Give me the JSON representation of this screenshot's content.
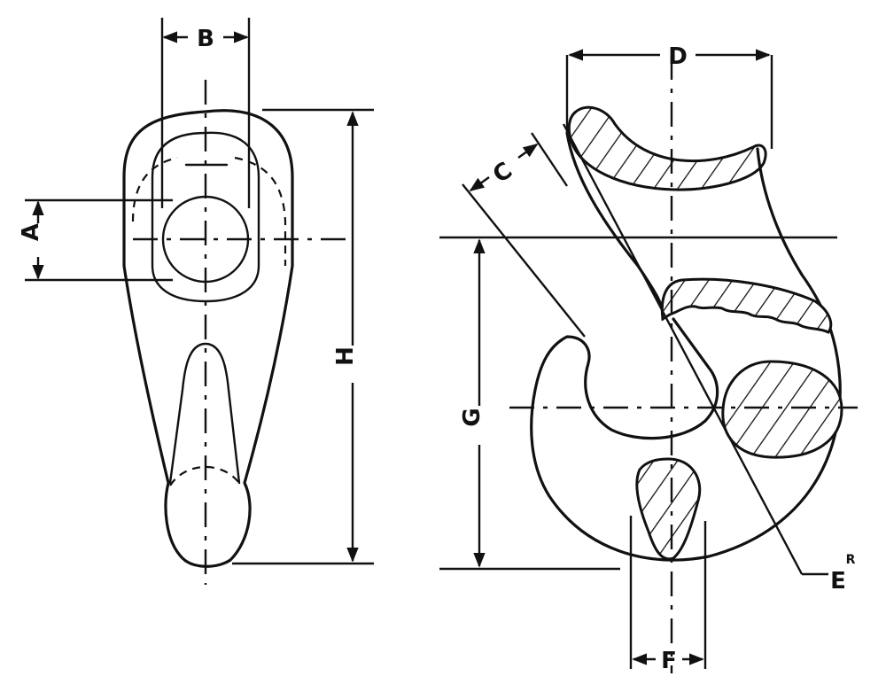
{
  "labels": {
    "a": "A",
    "b": "B",
    "c": "C",
    "d": "D",
    "e": "E",
    "e_sup": "R",
    "f": "F",
    "g": "G",
    "h": "H"
  }
}
